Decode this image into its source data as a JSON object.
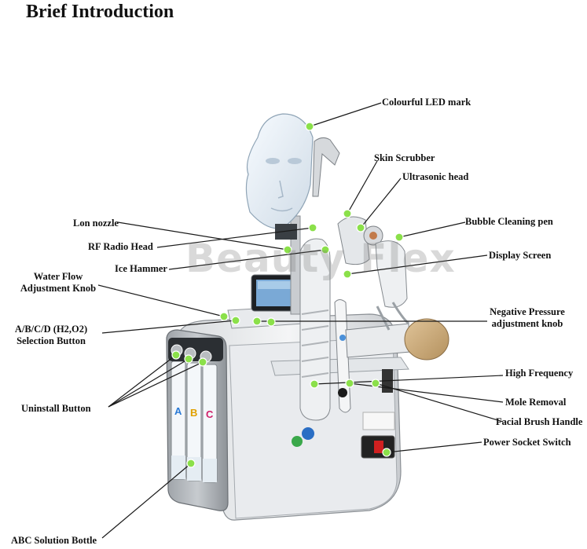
{
  "title": "Brief Introduction",
  "watermark": "Beauty Flex",
  "labels": {
    "led_mask": "Colourful LED mark",
    "skin_scrubber": "Skin Scrubber",
    "ultrasonic_head": "Ultrasonic head",
    "lon_nozzle": "Lon nozzle",
    "bubble_pen": "Bubble Cleaning pen",
    "rf_head": "RF Radio Head",
    "display_screen": "Display Screen",
    "ice_hammer": "Ice Hammer",
    "water_flow_1": "Water Flow",
    "water_flow_2": "Adjustment Knob",
    "negative_pressure_1": "Negative Pressure",
    "negative_pressure_2": "adjustment knob",
    "selection_1": "A/B/C/D (H2,O2)",
    "selection_2": "Selection Button",
    "high_frequency": "High Frequency",
    "uninstall_button": "Uninstall Button",
    "mole_removal": "Mole Removal",
    "facial_brush": "Facial Brush Handle",
    "power_socket": "Power Socket Switch",
    "abc_bottle": "ABC Solution Bottle"
  },
  "bottle_letters": [
    "A",
    "B",
    "C"
  ],
  "colors": {
    "marker": "#8be04a",
    "line": "#1a1a1a"
  }
}
